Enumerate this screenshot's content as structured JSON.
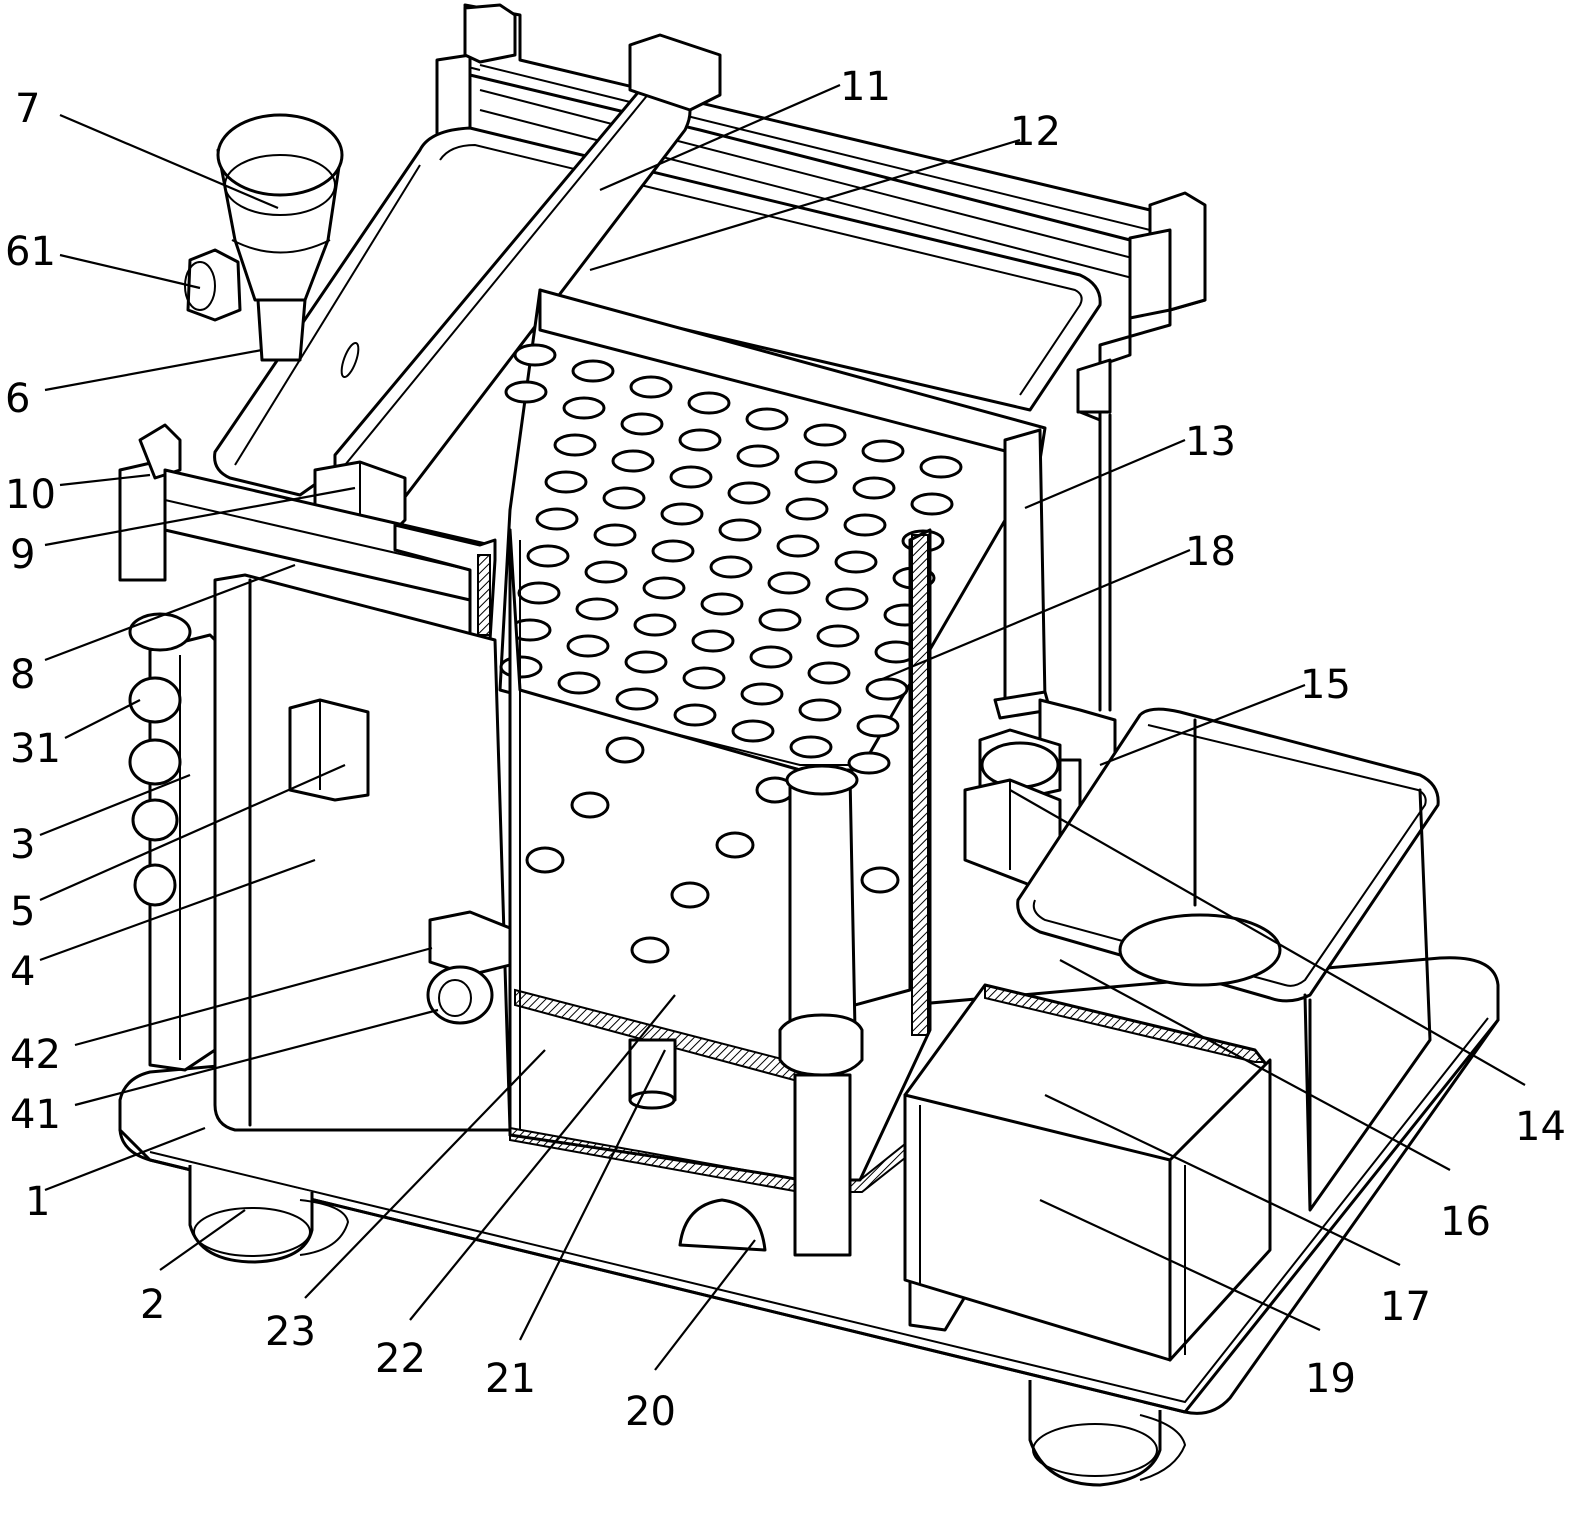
{
  "labels": [
    {
      "id": "7",
      "text": "7"
    },
    {
      "id": "61",
      "text": "61"
    },
    {
      "id": "6",
      "text": "6"
    },
    {
      "id": "10",
      "text": "10"
    },
    {
      "id": "9",
      "text": "9"
    },
    {
      "id": "8",
      "text": "8"
    },
    {
      "id": "31",
      "text": "31"
    },
    {
      "id": "3",
      "text": "3"
    },
    {
      "id": "5",
      "text": "5"
    },
    {
      "id": "4",
      "text": "4"
    },
    {
      "id": "42",
      "text": "42"
    },
    {
      "id": "41",
      "text": "41"
    },
    {
      "id": "1",
      "text": "1"
    },
    {
      "id": "2",
      "text": "2"
    },
    {
      "id": "23",
      "text": "23"
    },
    {
      "id": "22",
      "text": "22"
    },
    {
      "id": "21",
      "text": "21"
    },
    {
      "id": "20",
      "text": "20"
    },
    {
      "id": "19",
      "text": "19"
    },
    {
      "id": "17",
      "text": "17"
    },
    {
      "id": "16",
      "text": "16"
    },
    {
      "id": "14",
      "text": "14"
    },
    {
      "id": "15",
      "text": "15"
    },
    {
      "id": "18",
      "text": "18"
    },
    {
      "id": "13",
      "text": "13"
    },
    {
      "id": "12",
      "text": "12"
    },
    {
      "id": "11",
      "text": "11"
    }
  ]
}
